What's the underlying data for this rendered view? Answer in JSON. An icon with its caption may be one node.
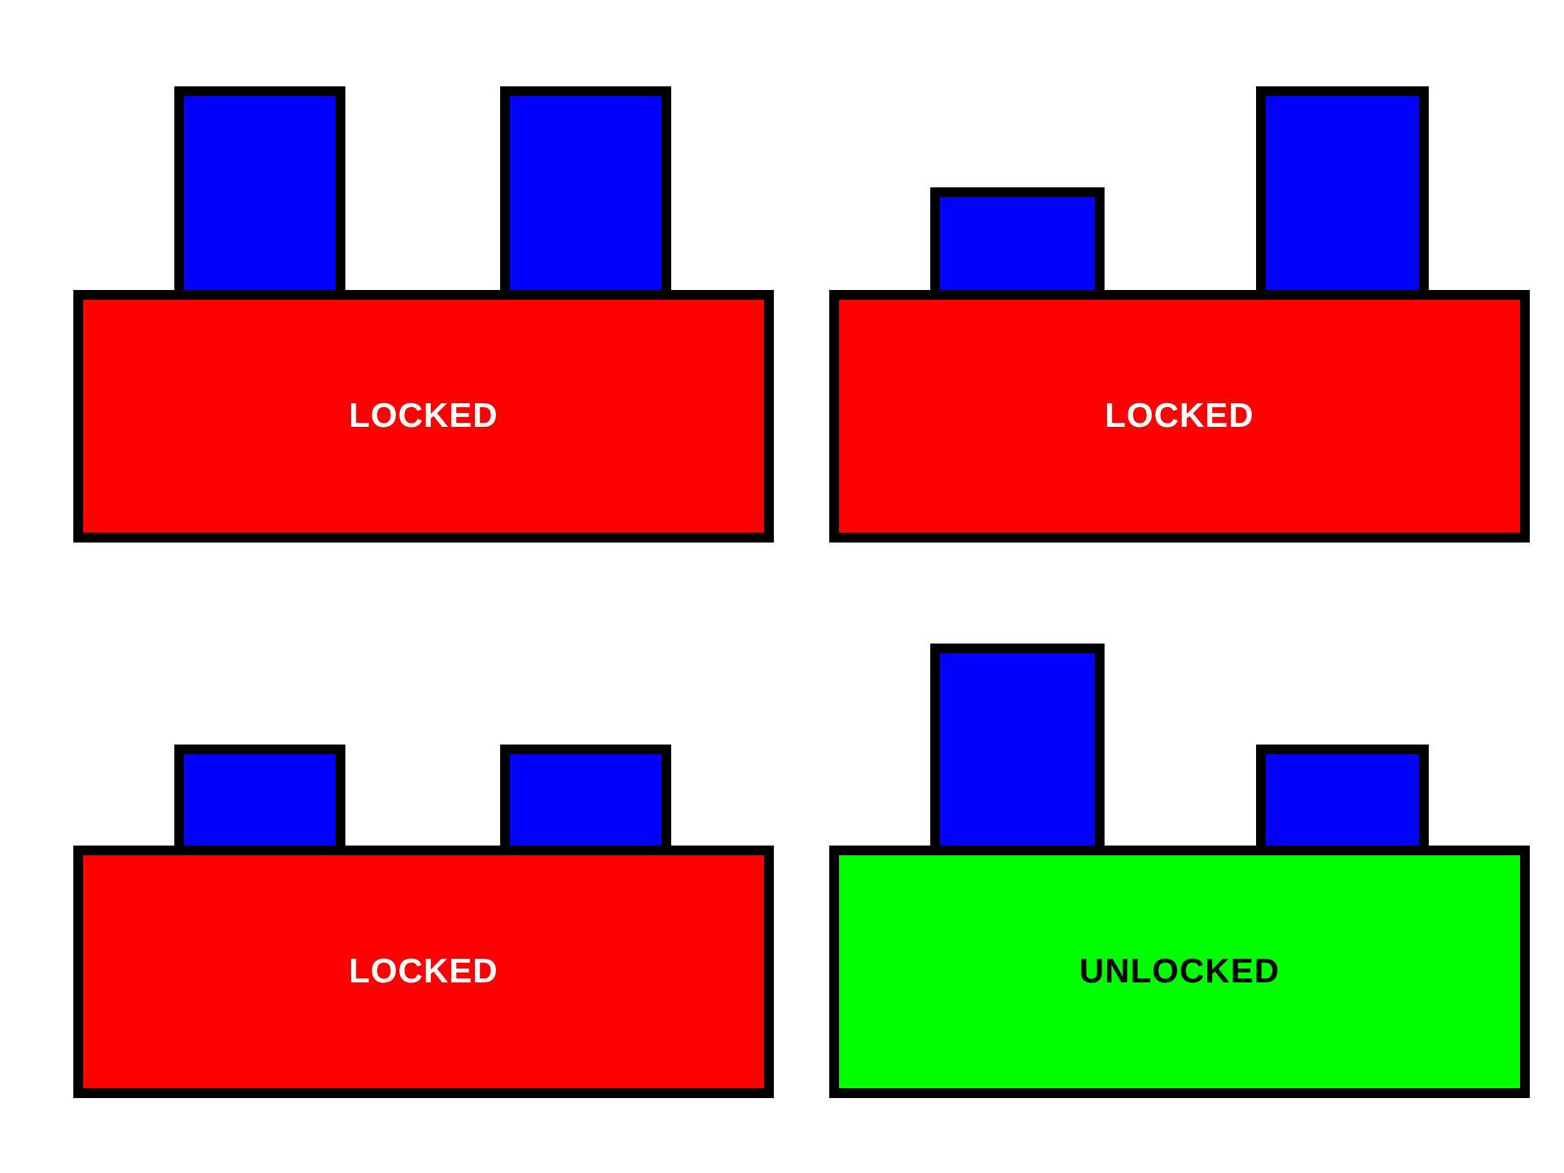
{
  "diagram": {
    "nodes": [
      {
        "text": [],
        "shape": "box"
      },
      {
        "text": [],
        "shape": "box"
      },
      {
        "text": [
          "LOCKED"
        ]
      },
      {
        "text": [],
        "shape": "box"
      },
      {
        "text": [],
        "shape": "box"
      },
      {
        "text": [
          "LOCKED"
        ]
      },
      {
        "text": [],
        "shape": "box"
      },
      {
        "text": [],
        "shape": "box"
      },
      {
        "text": [
          "LOCKED"
        ]
      },
      {
        "text": [],
        "shape": "box"
      },
      {
        "text": [],
        "shape": "box"
      },
      {
        "text": [
          "UNLOCKED"
        ]
      }
    ]
  }
}
